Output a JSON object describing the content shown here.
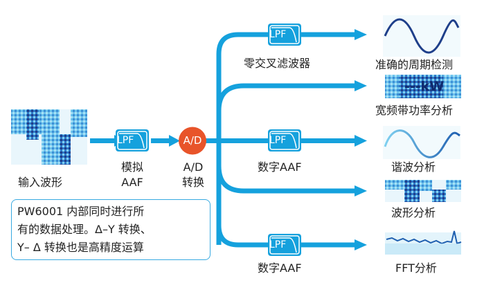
{
  "input": {
    "label": "输入波形"
  },
  "analog_filter": {
    "box": "LPF",
    "label_line1": "模拟",
    "label_line2": "AAF"
  },
  "adc": {
    "circle": "A/D",
    "label_line1": "A/D",
    "label_line2": "转换"
  },
  "branches": {
    "zero_cross": {
      "box": "LPF",
      "label": "零交叉滤波器"
    },
    "digital_mid": {
      "box": "LPF",
      "label": "数字AAF"
    },
    "digital_bottom": {
      "box": "LPF",
      "label": "数字AAF"
    }
  },
  "outputs": {
    "period": "准确的周期检测",
    "power": "宽频带功率分析",
    "power_overlay": "---kW",
    "harmonic": "谐波分析",
    "waveform": "波形分析",
    "fft": "FFT分析"
  },
  "note": {
    "line1": "PW6001 内部同时进行所",
    "line2": "有的数据处理。Δ–Y 转换、",
    "line3": "Y– Δ  转换也是高精度运算"
  },
  "colors": {
    "flow": "#15a1dd",
    "adc": "#e8542a",
    "wave_dark": "#1f3f8a",
    "wave_light": "#7fd0f0"
  }
}
